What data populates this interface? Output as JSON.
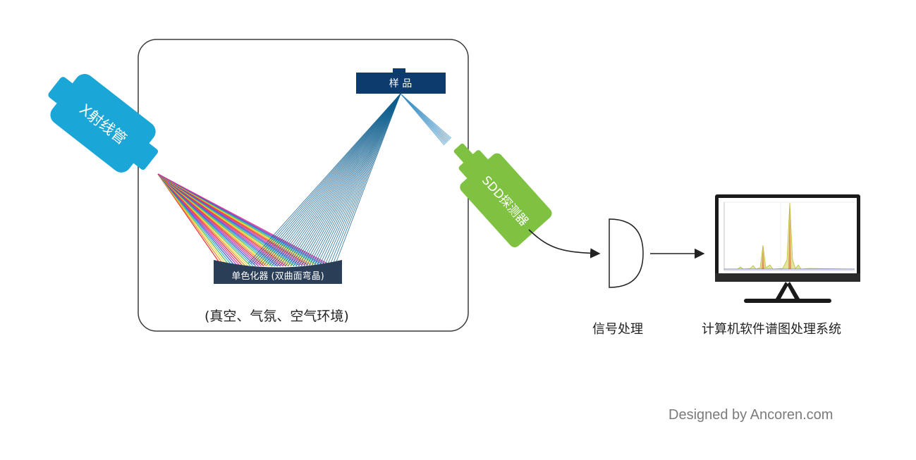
{
  "xray_tube": {
    "label": "X射线管",
    "color": "#1aa6d6"
  },
  "sample": {
    "label": "样 品",
    "color": "#0e3b6e"
  },
  "sdd_detector": {
    "label": "SDD探测器",
    "color": "#7fc242"
  },
  "monochromator": {
    "label": "单色化器 (双曲面弯晶)",
    "color": "#2b3e57"
  },
  "environment": {
    "label": "(真空、气氛、空气环境)"
  },
  "signal_processing": {
    "label": "信号处理"
  },
  "software": {
    "label": "计算机软件谱图处理系统"
  },
  "credit": {
    "text": "Designed by Ancoren.com"
  },
  "beam_colors": [
    "#e6262e",
    "#f28a1c",
    "#f5d32b",
    "#4fbf45",
    "#25a7d8",
    "#3457c9",
    "#8c3fbf",
    "#e0338f"
  ],
  "diffracted_color": "#0f5f8f"
}
